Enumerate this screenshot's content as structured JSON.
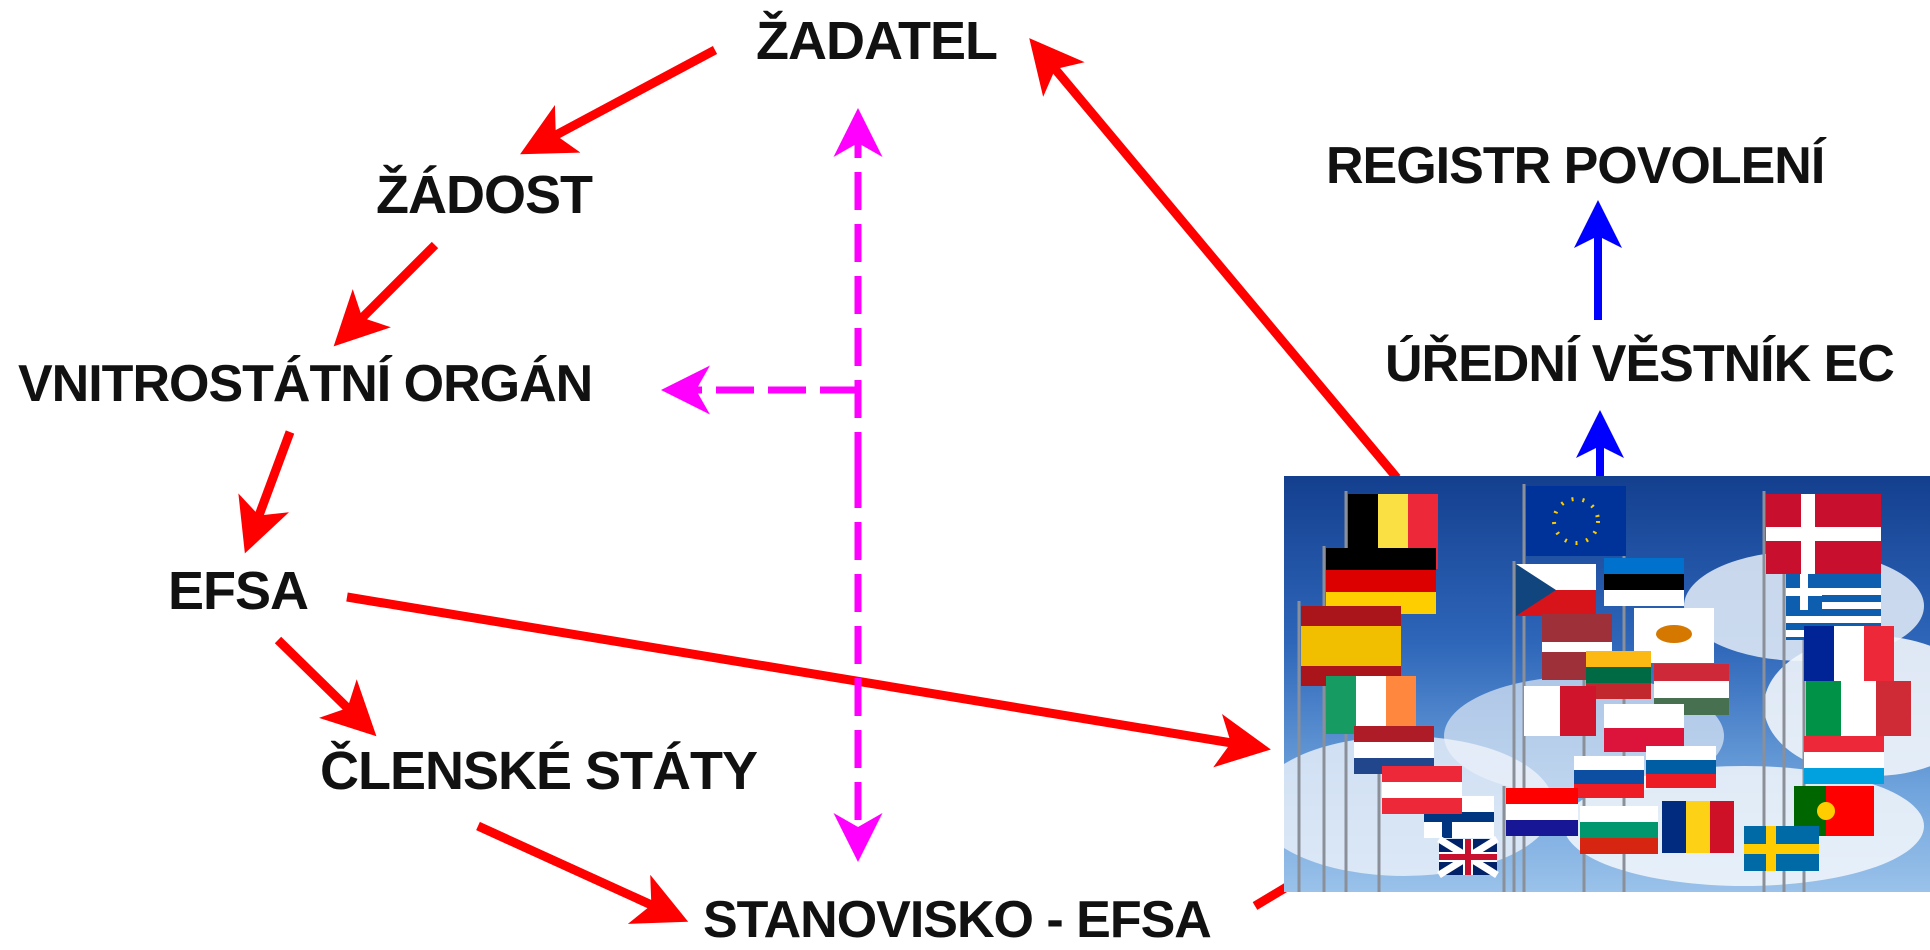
{
  "nodes": {
    "zadatel": "ŽADATEL",
    "zadost": "ŽÁDOST",
    "vnitrostatni_organ": "VNITROSTÁTNÍ ORGÁN",
    "efsa": "EFSA",
    "clenske_staty": "ČLENSKÉ STÁTY",
    "stanovisko": "STANOVISKO - EFSA",
    "registr": "REGISTR  POVOLENÍ",
    "vestnik": "ÚŘEDNÍ VĚSTNÍK EC"
  },
  "colors": {
    "flow_arrow": "#ff0000",
    "consultation_arrow": "#ff00ff",
    "publication_arrow": "#0000ff"
  },
  "image": {
    "subject": "eu-member-state-flags-photo",
    "flags": [
      "belgium",
      "eu",
      "denmark",
      "germany",
      "czech-republic",
      "estonia",
      "greece",
      "spain",
      "latvia",
      "cyprus",
      "finland",
      "ireland",
      "lithuania",
      "hungary",
      "italy",
      "netherlands",
      "malta",
      "austria",
      "poland",
      "luxembourg",
      "slovakia",
      "slovenia",
      "france",
      "portugal",
      "croatia",
      "bulgaria",
      "romania",
      "sweden",
      "united-kingdom"
    ]
  }
}
